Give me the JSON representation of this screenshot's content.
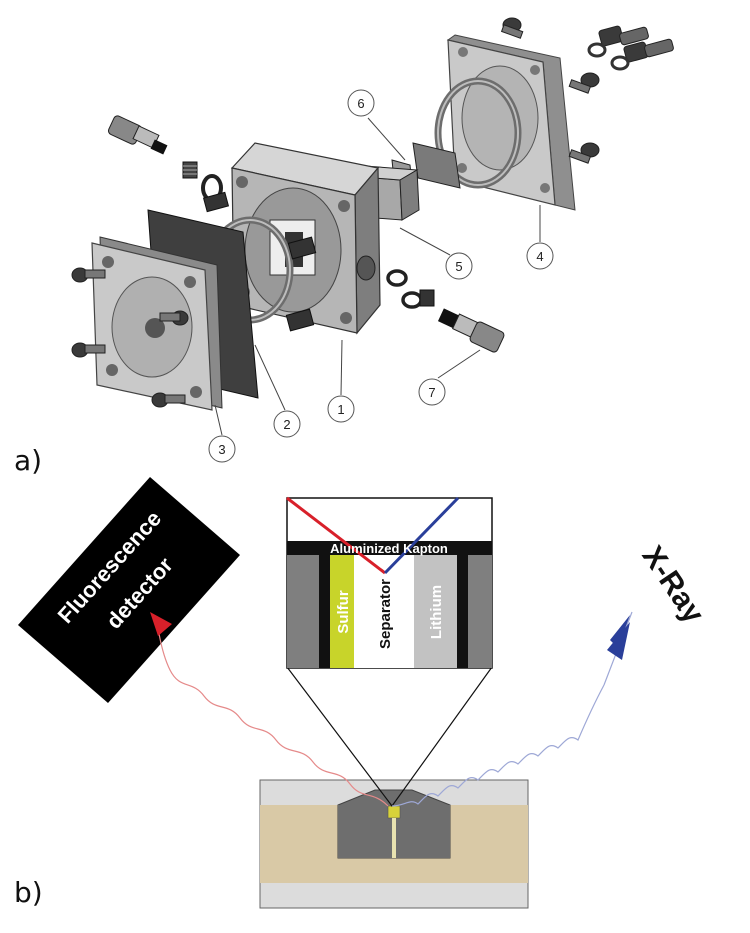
{
  "panels": {
    "a_label": "a)",
    "b_label": "b)"
  },
  "callouts": [
    "1",
    "2",
    "3",
    "4",
    "5",
    "6",
    "7"
  ],
  "layers": {
    "kapton": "Aluminized Kapton",
    "sulfur": "Sulfur",
    "separator": "Separator",
    "lithium": "Lithium"
  },
  "detector": {
    "line1": "Fluorescence",
    "line2": "detector"
  },
  "xray": "X-Ray",
  "colors": {
    "incident_beam": "#2a3f9a",
    "fluorescence_beam": "#d8202a",
    "sulfur_layer": "#c8d42a",
    "lithium_layer": "#c2c2c2",
    "cell_body": "#d9c9a6",
    "detector_box": "#000000"
  }
}
